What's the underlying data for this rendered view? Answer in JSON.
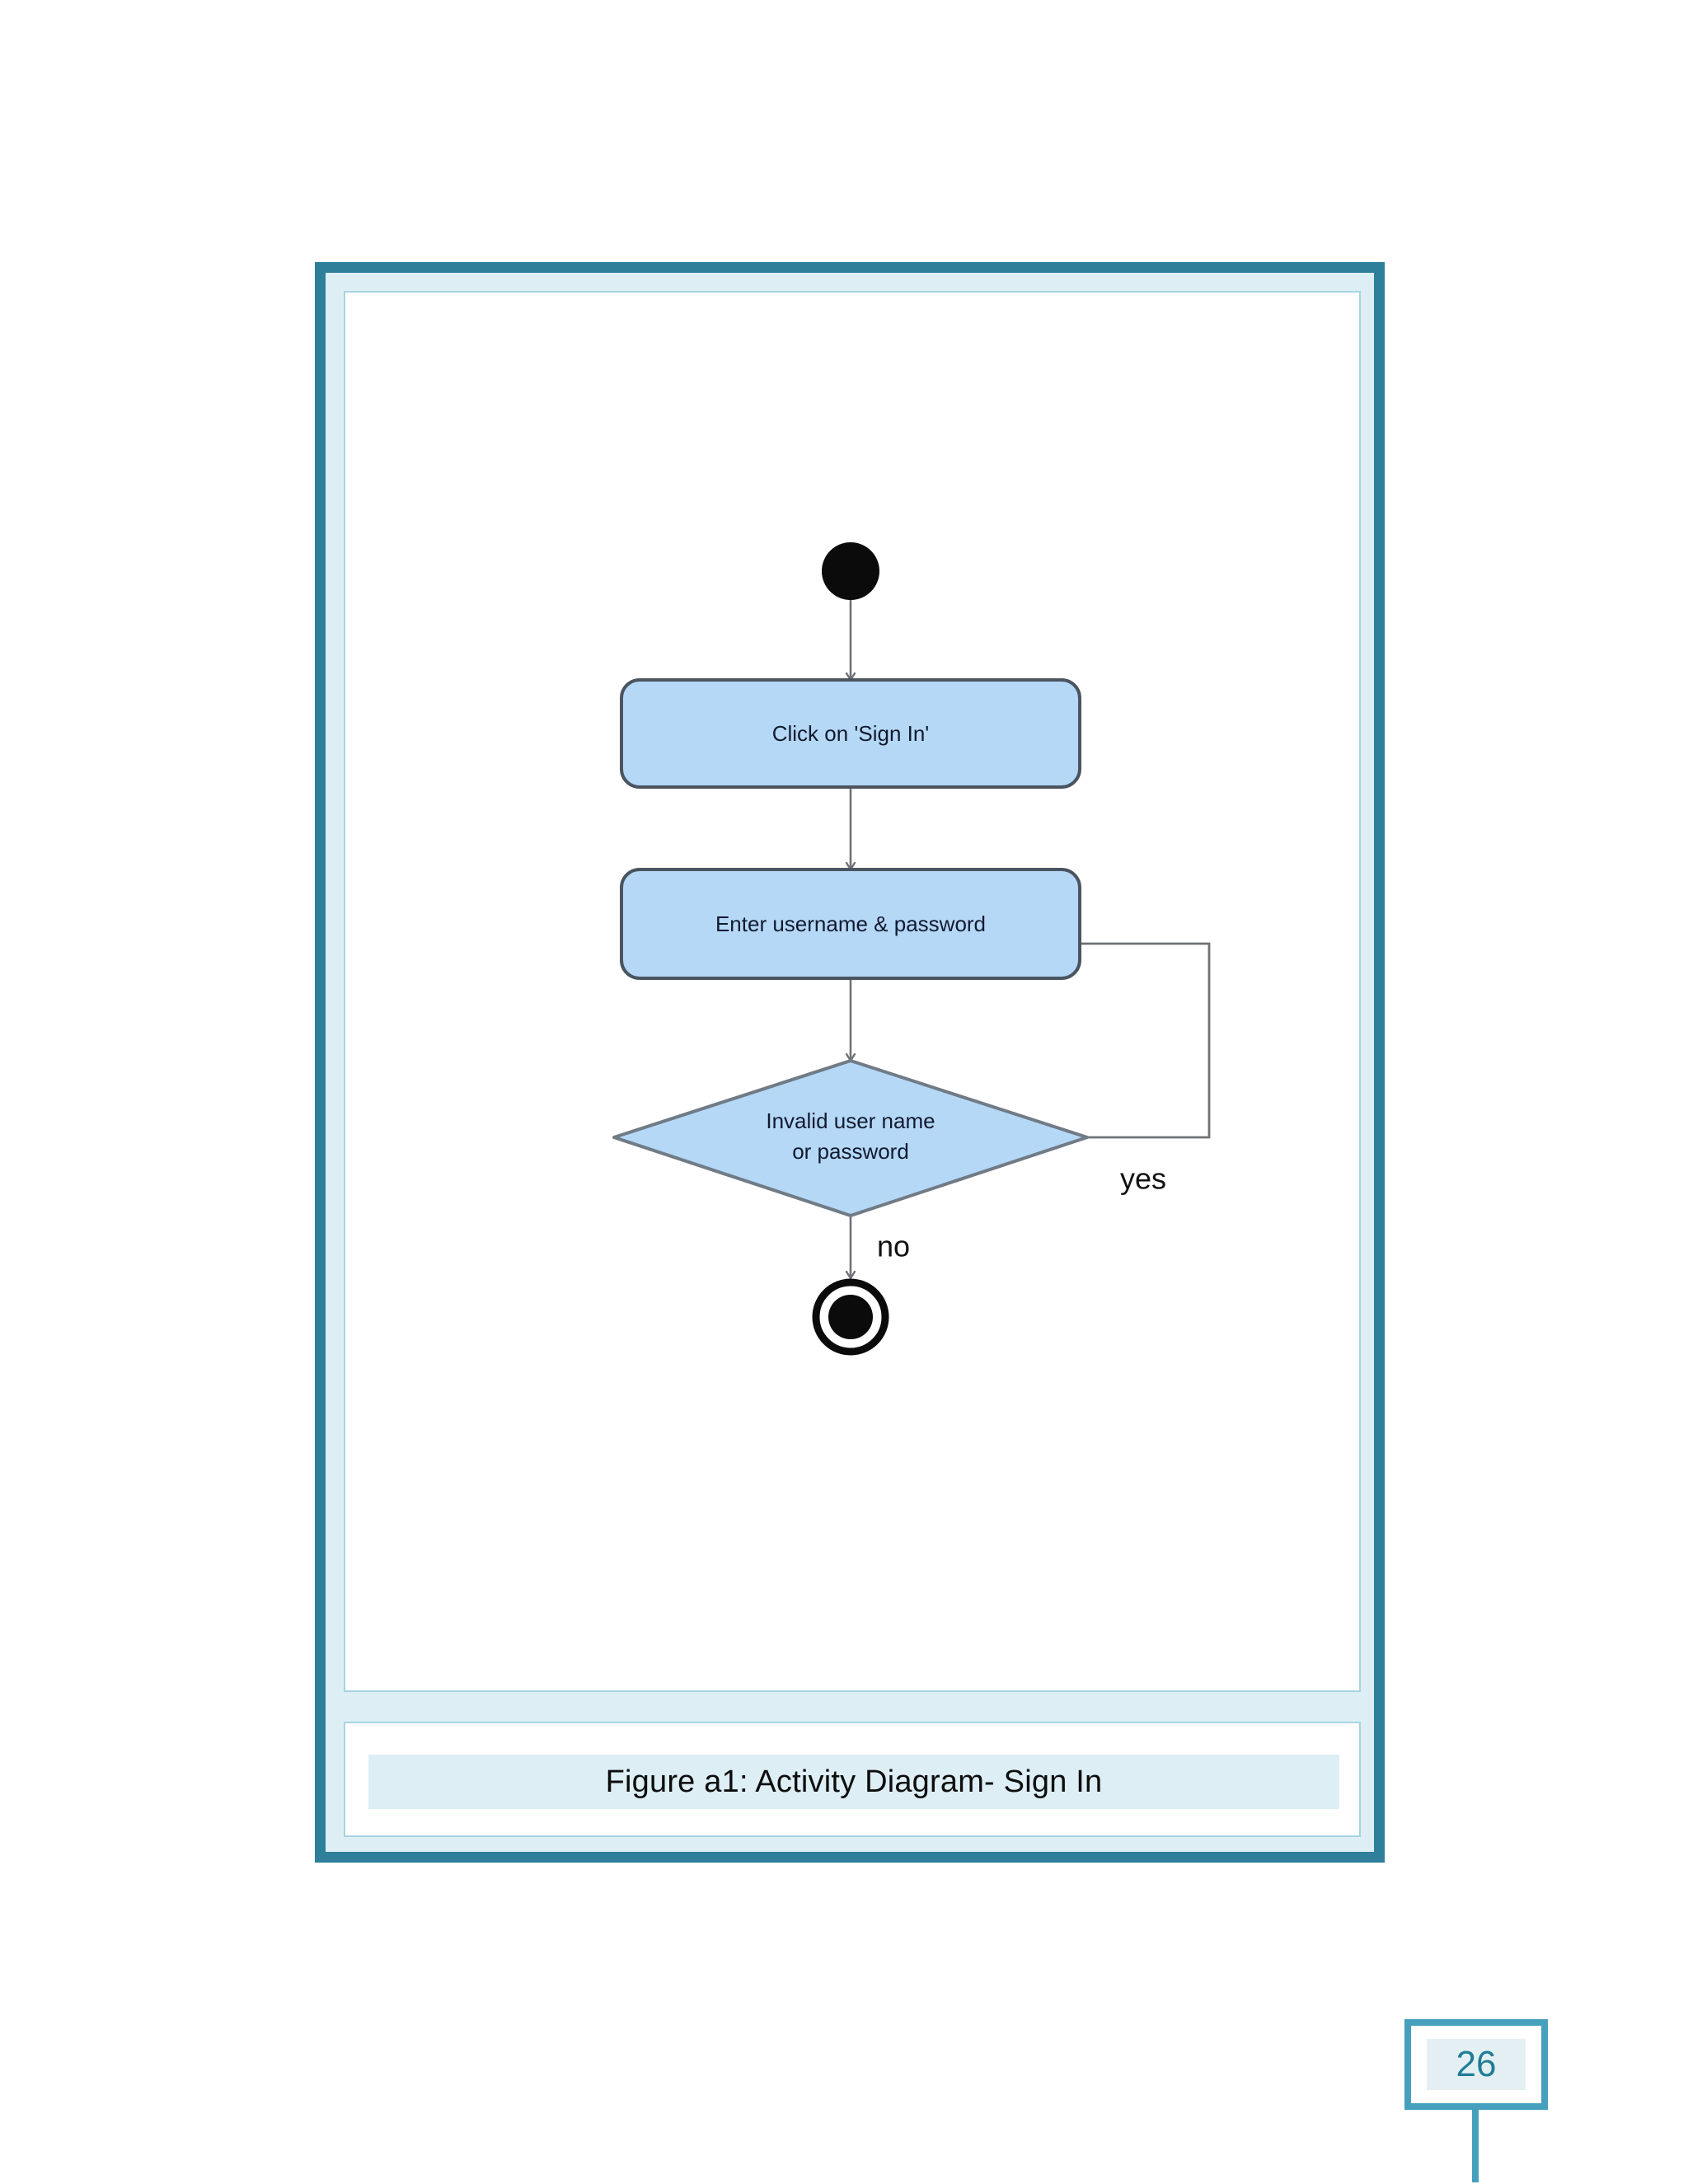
{
  "page": {
    "number": "26",
    "frame_color": "#2e7f99",
    "band_color": "#ddeef5",
    "panel_border_color": "#a8d4e2",
    "badge_color": "#46a0bd",
    "badge_text_color": "#1f7d95"
  },
  "caption": {
    "text": "Figure a1: Activity Diagram- Sign In"
  },
  "diagram": {
    "type": "uml-activity-diagram",
    "title": "Activity Diagram- Sign In",
    "node_fill": "#b5d8f7",
    "node_stroke": "#4a5560",
    "edge_color": "#6f7277",
    "nodes": [
      {
        "id": "start",
        "kind": "initial-node",
        "label": ""
      },
      {
        "id": "click-sign-in",
        "kind": "action",
        "label": "Click on 'Sign In'"
      },
      {
        "id": "enter-credentials",
        "kind": "action",
        "label": "Enter username & password"
      },
      {
        "id": "invalid-check",
        "kind": "decision",
        "label_line1": "Invalid user name",
        "label_line2": "or password"
      },
      {
        "id": "end",
        "kind": "final-node",
        "label": ""
      }
    ],
    "edges": [
      {
        "from": "start",
        "to": "click-sign-in",
        "label": ""
      },
      {
        "from": "click-sign-in",
        "to": "enter-credentials",
        "label": ""
      },
      {
        "from": "enter-credentials",
        "to": "invalid-check",
        "label": ""
      },
      {
        "from": "invalid-check",
        "to": "enter-credentials",
        "label": "yes"
      },
      {
        "from": "invalid-check",
        "to": "end",
        "label": "no"
      }
    ],
    "branch_labels": {
      "yes": "yes",
      "no": "no"
    }
  }
}
